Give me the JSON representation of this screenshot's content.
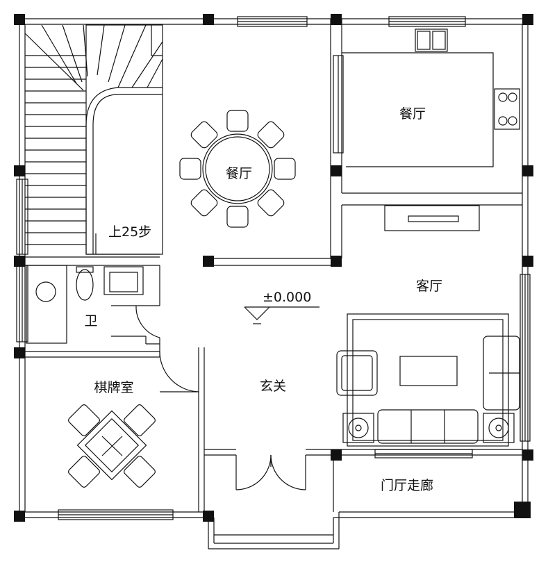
{
  "rooms": {
    "dining_center": "餐厅",
    "dining_right": "餐厅",
    "living": "客厅",
    "foyer": "玄关",
    "bathroom": "卫",
    "chess_room": "棋牌室",
    "corridor": "门厅走廊"
  },
  "annotations": {
    "stairs": "上25步",
    "elevation": "±0.000"
  },
  "colors": {
    "line": "#111111",
    "background": "#ffffff"
  }
}
